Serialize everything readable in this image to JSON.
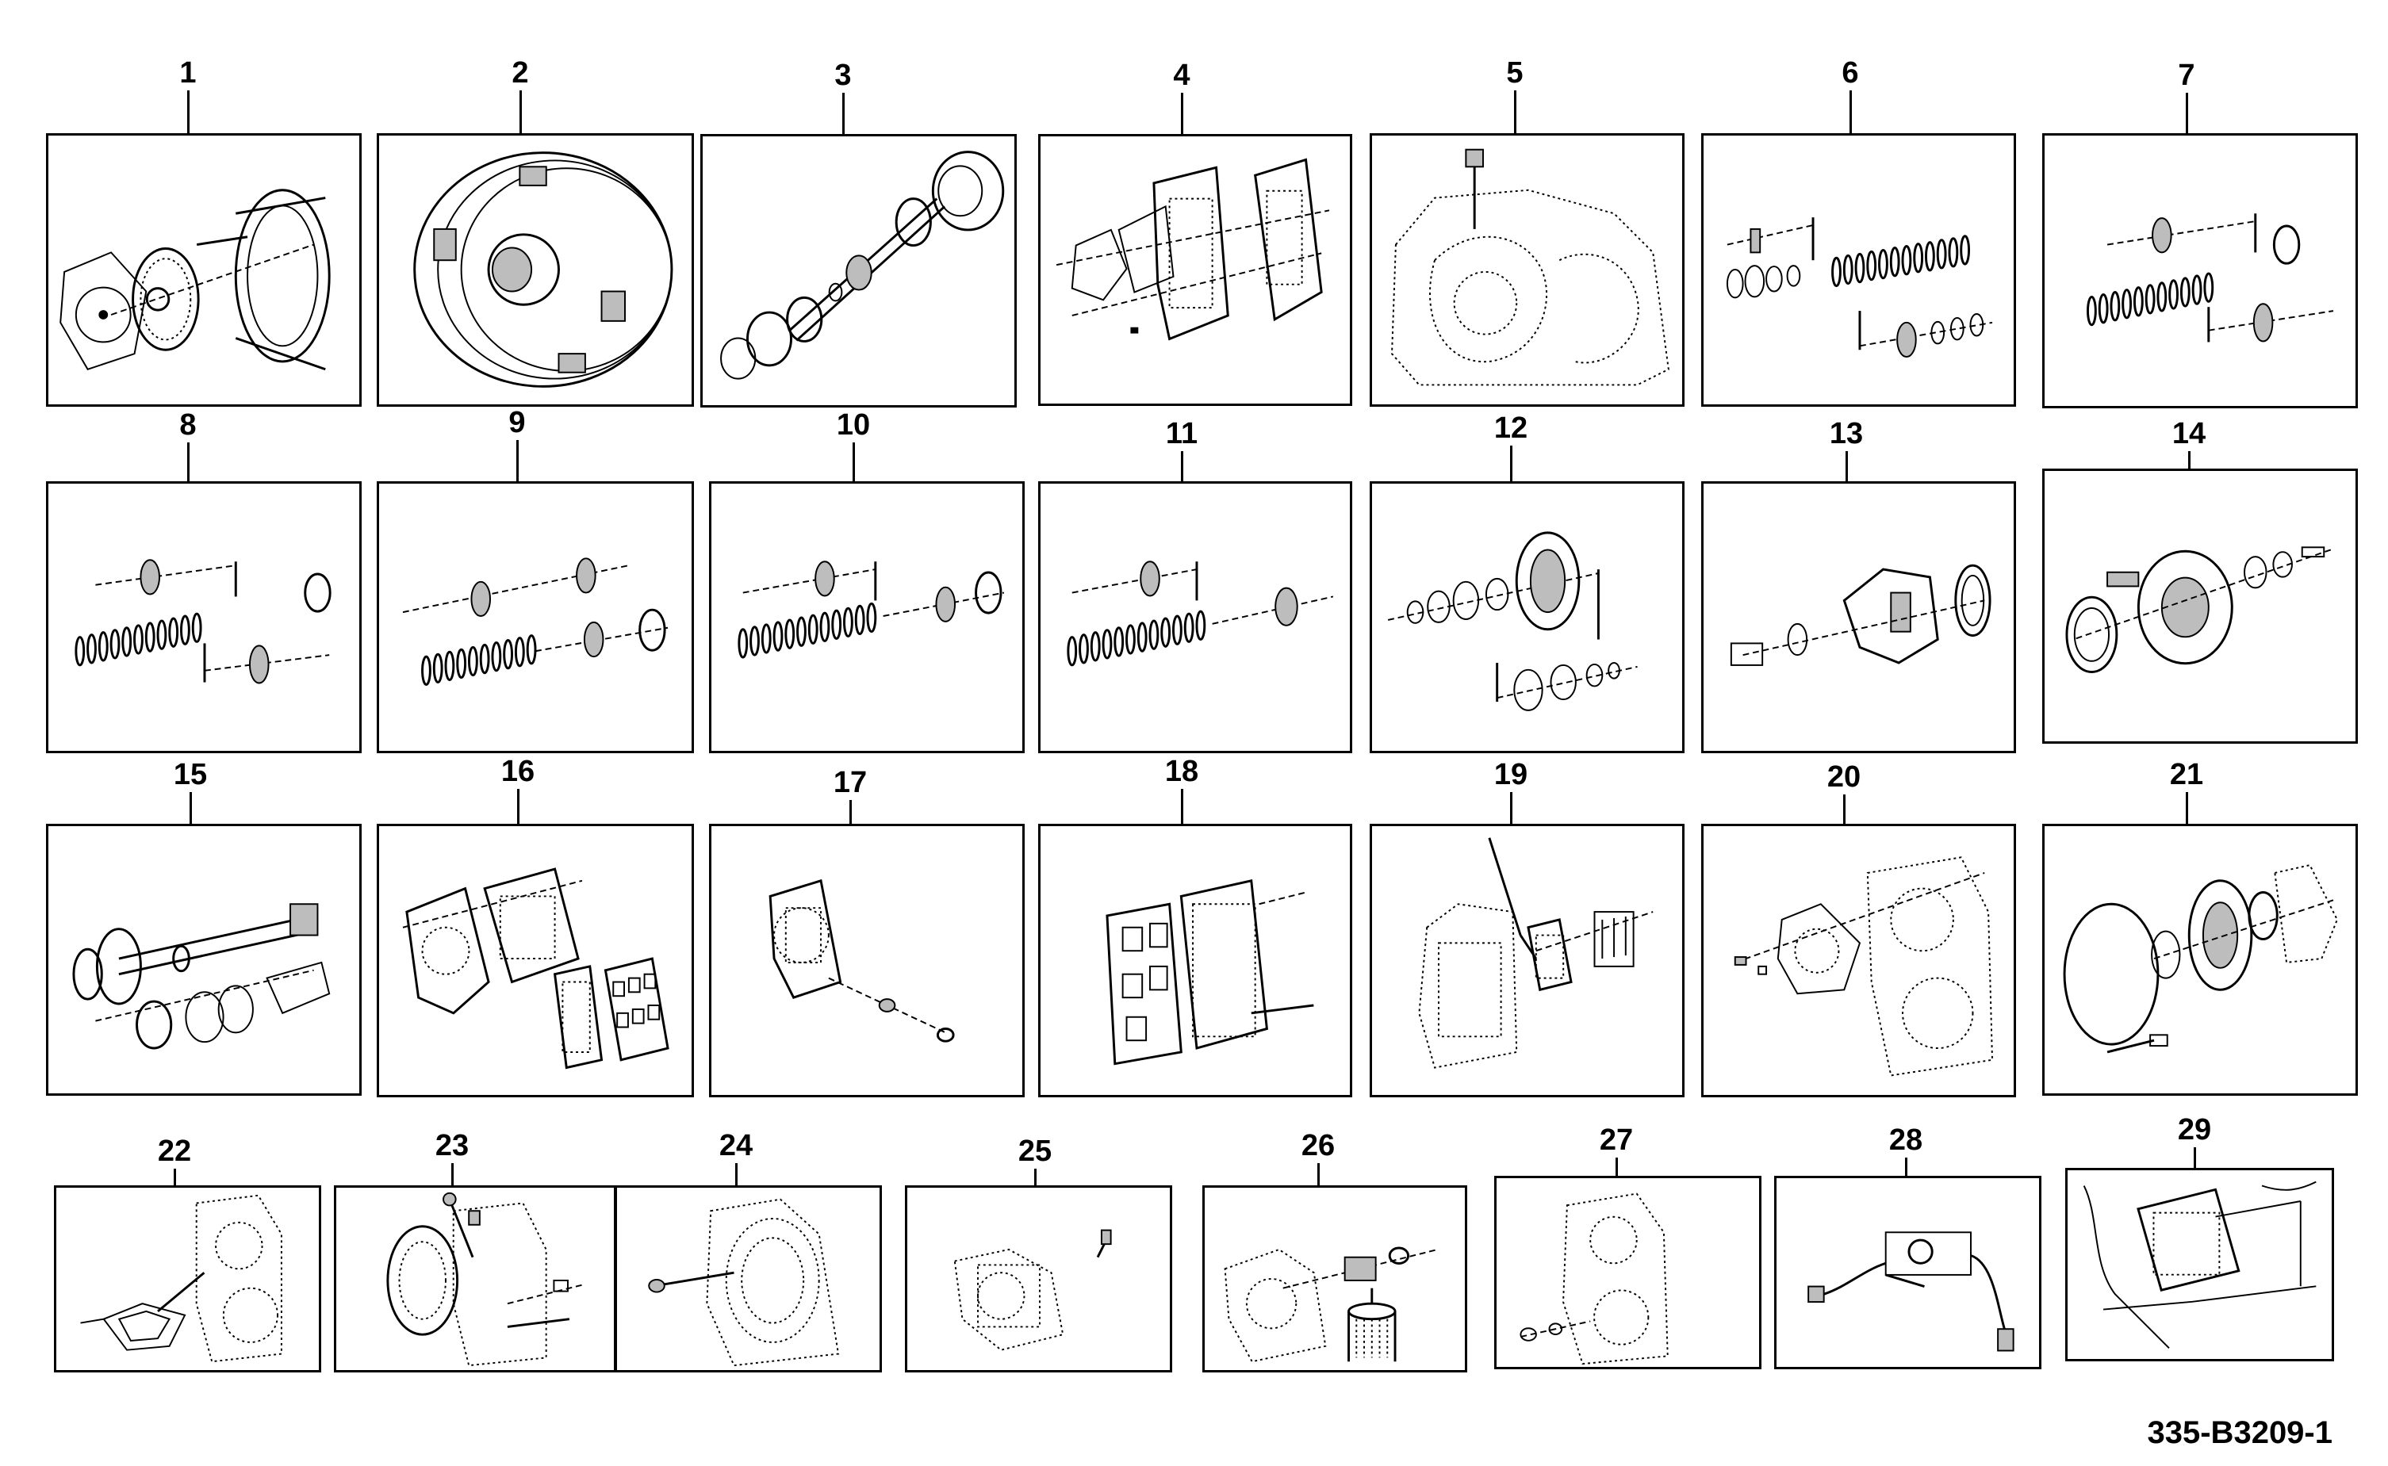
{
  "drawing_code": "335-B3209-1",
  "items": [
    {
      "number": "1",
      "icon": "flywheel-flex-plate-icon"
    },
    {
      "number": "2",
      "icon": "torque-converter-icon"
    },
    {
      "number": "3",
      "icon": "input-shaft-assembly-icon"
    },
    {
      "number": "4",
      "icon": "housing-covers-icon"
    },
    {
      "number": "5",
      "icon": "transmission-housing-icon"
    },
    {
      "number": "6",
      "icon": "clutch-pack-icon"
    },
    {
      "number": "7",
      "icon": "clutch-pack-icon"
    },
    {
      "number": "8",
      "icon": "clutch-pack-icon"
    },
    {
      "number": "9",
      "icon": "clutch-pack-icon"
    },
    {
      "number": "10",
      "icon": "clutch-pack-icon"
    },
    {
      "number": "11",
      "icon": "clutch-pack-icon"
    },
    {
      "number": "12",
      "icon": "output-gear-icon"
    },
    {
      "number": "13",
      "icon": "output-yoke-icon"
    },
    {
      "number": "14",
      "icon": "output-flange-seal-icon"
    },
    {
      "number": "15",
      "icon": "output-shaft-icon"
    },
    {
      "number": "16",
      "icon": "control-valve-assembly-icon"
    },
    {
      "number": "17",
      "icon": "valve-plate-sensor-icon"
    },
    {
      "number": "18",
      "icon": "valve-block-gasket-icon"
    },
    {
      "number": "19",
      "icon": "control-valve-mounting-icon"
    },
    {
      "number": "20",
      "icon": "pump-cover-icon"
    },
    {
      "number": "21",
      "icon": "oil-pump-icon"
    },
    {
      "number": "22",
      "icon": "cover-gasket-icon"
    },
    {
      "number": "23",
      "icon": "breather-dipstick-icon"
    },
    {
      "number": "24",
      "icon": "housing-cover-icon"
    },
    {
      "number": "25",
      "icon": "plug-housing-icon"
    },
    {
      "number": "26",
      "icon": "oil-filter-icon"
    },
    {
      "number": "27",
      "icon": "drain-plug-icon"
    },
    {
      "number": "28",
      "icon": "wiring-harness-icon"
    },
    {
      "number": "29",
      "icon": "control-unit-icon"
    }
  ]
}
